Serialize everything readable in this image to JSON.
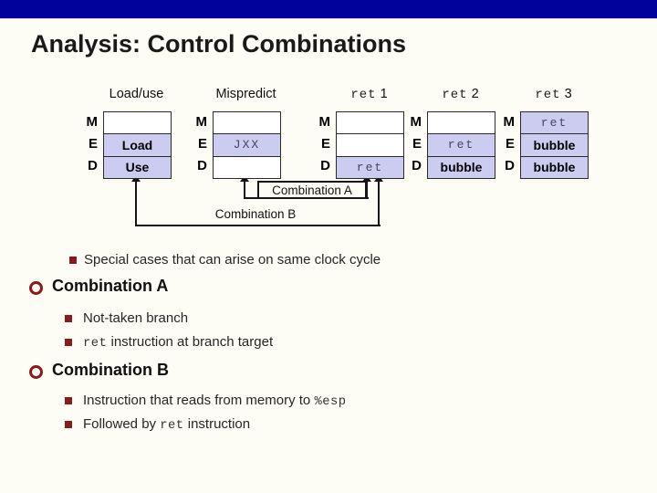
{
  "slide": {
    "title": "Analysis: Control Combinations"
  },
  "colors": {
    "accent_navy": "#01019B",
    "box_lavender": "#CCCCF0",
    "bullet_maroon": "#8B1A1A"
  },
  "diagram": {
    "combination_a_label": "Combination A",
    "combination_b_label": "Combination B",
    "stage_labels": [
      "M",
      "E",
      "D"
    ],
    "columns": [
      {
        "title_parts": [
          {
            "t": "Load/use"
          }
        ],
        "rows": [
          {
            "label": "M",
            "text": "",
            "filled": false
          },
          {
            "label": "E",
            "text": "Load",
            "filled": true
          },
          {
            "label": "D",
            "text": "Use",
            "filled": true
          }
        ]
      },
      {
        "title_parts": [
          {
            "t": "Mispredict"
          }
        ],
        "rows": [
          {
            "label": "M",
            "text": "",
            "filled": false
          },
          {
            "label": "E",
            "text": "JXX",
            "mono": true,
            "filled": true
          },
          {
            "label": "D",
            "text": "",
            "filled": false
          }
        ]
      },
      {
        "title_parts": [
          {
            "t": "ret",
            "mono": true
          },
          {
            "t": " 1"
          }
        ],
        "rows": [
          {
            "label": "M",
            "text": "",
            "filled": false
          },
          {
            "label": "E",
            "text": "",
            "filled": false
          },
          {
            "label": "D",
            "text": "ret",
            "mono": true,
            "filled": true
          }
        ]
      },
      {
        "title_parts": [
          {
            "t": "ret",
            "mono": true
          },
          {
            "t": " 2"
          }
        ],
        "rows": [
          {
            "label": "M",
            "text": "",
            "filled": false
          },
          {
            "label": "E",
            "text": "ret",
            "mono": true,
            "filled": true
          },
          {
            "label": "D",
            "text": "bubble",
            "filled": true
          }
        ]
      },
      {
        "title_parts": [
          {
            "t": "ret",
            "mono": true
          },
          {
            "t": " 3"
          }
        ],
        "rows": [
          {
            "label": "M",
            "text": "ret",
            "mono": true,
            "filled": true
          },
          {
            "label": "E",
            "text": "bubble",
            "filled": true
          },
          {
            "label": "D",
            "text": "bubble",
            "filled": true
          }
        ]
      }
    ]
  },
  "bullets": [
    {
      "type": "item",
      "parts": [
        {
          "t": "Special cases that can arise on same clock cycle"
        }
      ]
    },
    {
      "type": "heading",
      "parts": [
        {
          "t": "Combination A"
        }
      ]
    },
    {
      "type": "item",
      "parts": [
        {
          "t": "Not-taken branch"
        }
      ]
    },
    {
      "type": "item",
      "parts": [
        {
          "t": "ret",
          "mono": true
        },
        {
          "t": " instruction at branch target"
        }
      ]
    },
    {
      "type": "heading",
      "parts": [
        {
          "t": "Combination B"
        }
      ]
    },
    {
      "type": "item",
      "parts": [
        {
          "t": "Instruction that reads from memory to "
        },
        {
          "t": "%esp",
          "mono": true
        }
      ]
    },
    {
      "type": "item",
      "parts": [
        {
          "t": "Followed by "
        },
        {
          "t": "ret",
          "mono": true
        },
        {
          "t": " instruction"
        }
      ]
    }
  ]
}
